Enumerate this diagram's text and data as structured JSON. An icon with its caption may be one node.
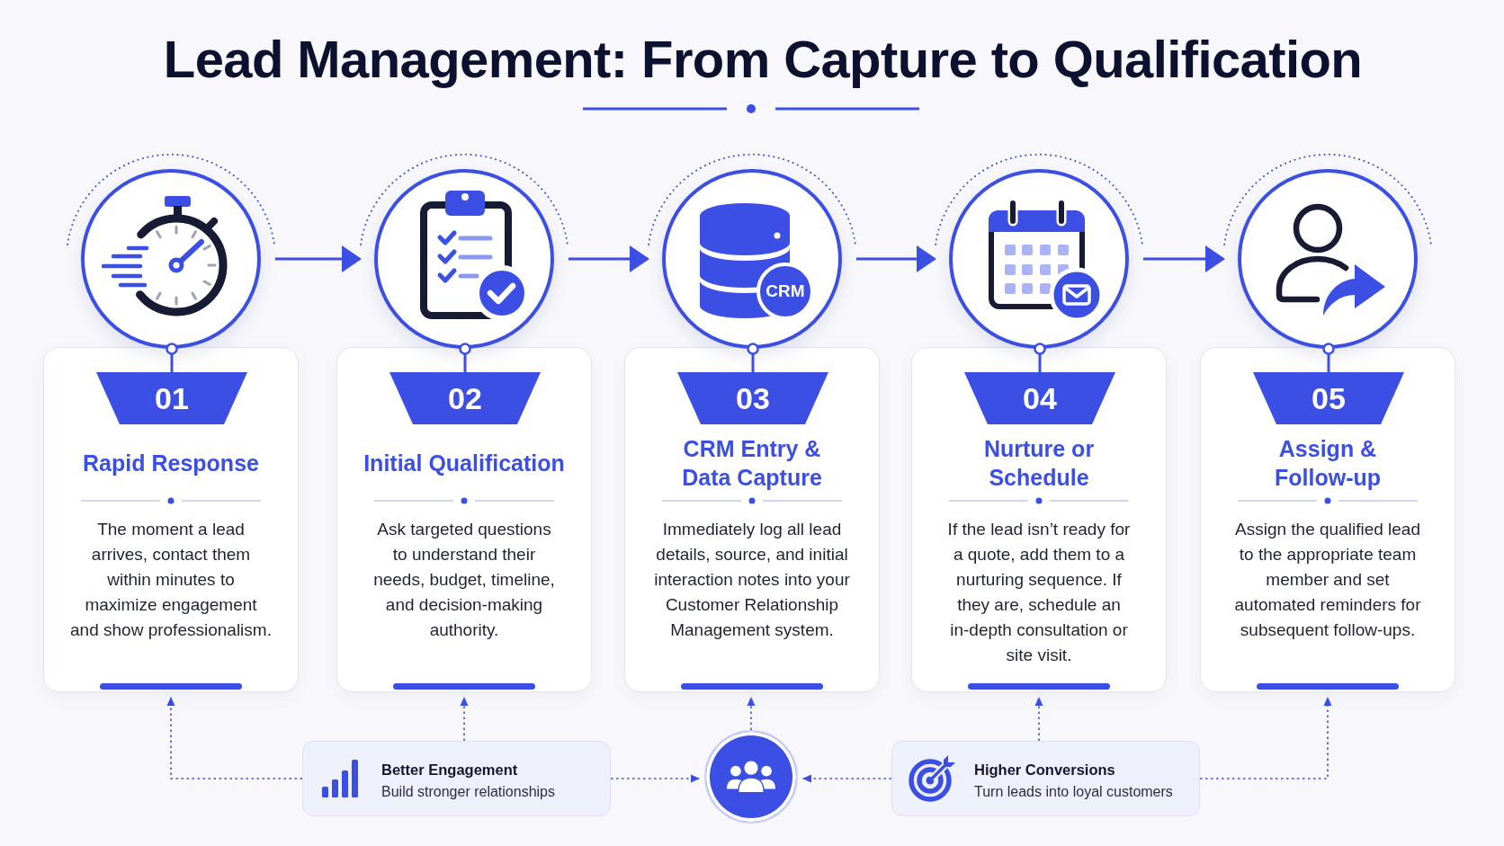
{
  "diagram": {
    "title": "Lead Management: From Capture to Qualification",
    "nodes": [
      {
        "text": [],
        "shape": "circle"
      },
      {
        "text": [
          "Rapid Response",
          "The moment a lead arrives, contact them within minutes to maximize engagement and show professionalism."
        ]
      },
      {
        "text": [
          "01"
        ],
        "in": 1
      },
      {
        "text": [],
        "shape": "circle"
      },
      {
        "text": [
          "Initial Qualification",
          "Ask targeted questions to understand their needs, budget, timeline, and decision-making authority."
        ]
      },
      {
        "text": [
          "02"
        ],
        "in": 4
      },
      {
        "text": [
          "CRM"
        ]
      },
      {
        "text": [
          "CRM Entry & Data Capture",
          "Immediately log all lead details, source, and initial interaction notes into your Customer Relationship Management system."
        ]
      },
      {
        "text": [
          "03"
        ],
        "in": 7
      },
      {
        "text": [],
        "shape": "circle"
      },
      {
        "text": [
          "Nurture or Schedule",
          "If the lead isn’t ready for a quote, add them to a nurturing sequence. If they are, schedule an in-depth consultation or site visit."
        ]
      },
      {
        "text": [
          "04"
        ],
        "in": 10
      },
      {
        "text": [],
        "shape": "circle"
      },
      {
        "text": [
          "Assign & Follow-up",
          "Assign the qualified lead to the appropriate team member and set automated reminders for subsequent follow-ups."
        ]
      },
      {
        "text": [
          "05"
        ],
        "in": 13
      },
      {
        "text": [
          "Better Engagement",
          "Build stronger relationships"
        ]
      },
      {
        "text": [],
        "shape": "circle"
      },
      {
        "text": [
          "Higher Conversions",
          "Turn leads into loyal customers"
        ]
      }
    ],
    "edges": [
      {
        "from": 0,
        "to": 3,
        "arrow": "to"
      },
      {
        "from": 3,
        "to": 6,
        "arrow": "to"
      },
      {
        "from": 6,
        "to": 9,
        "arrow": "to"
      },
      {
        "from": 9,
        "to": 12,
        "arrow": "to"
      },
      {
        "from": 0,
        "to": 2,
        "arrow": "other"
      },
      {
        "from": 3,
        "to": 5,
        "arrow": "other"
      },
      {
        "from": 6,
        "to": 8,
        "arrow": "other"
      },
      {
        "from": 9,
        "to": 11,
        "arrow": "other"
      },
      {
        "from": 12,
        "to": 14,
        "arrow": "other"
      },
      {
        "from": 15,
        "to": 1,
        "arrow": "to",
        "style": "dashed"
      },
      {
        "from": 15,
        "to": 4,
        "arrow": "to",
        "style": "dashed"
      },
      {
        "from": 16,
        "to": 7,
        "arrow": "to",
        "style": "dashed"
      },
      {
        "from": 17,
        "to": 10,
        "arrow": "to",
        "style": "dashed"
      },
      {
        "from": 17,
        "to": 13,
        "arrow": "to",
        "style": "dashed"
      },
      {
        "from": 15,
        "to": 16,
        "arrow": "to",
        "style": "dashed"
      },
      {
        "from": 17,
        "to": 16,
        "arrow": "to",
        "style": "dashed"
      }
    ]
  }
}
